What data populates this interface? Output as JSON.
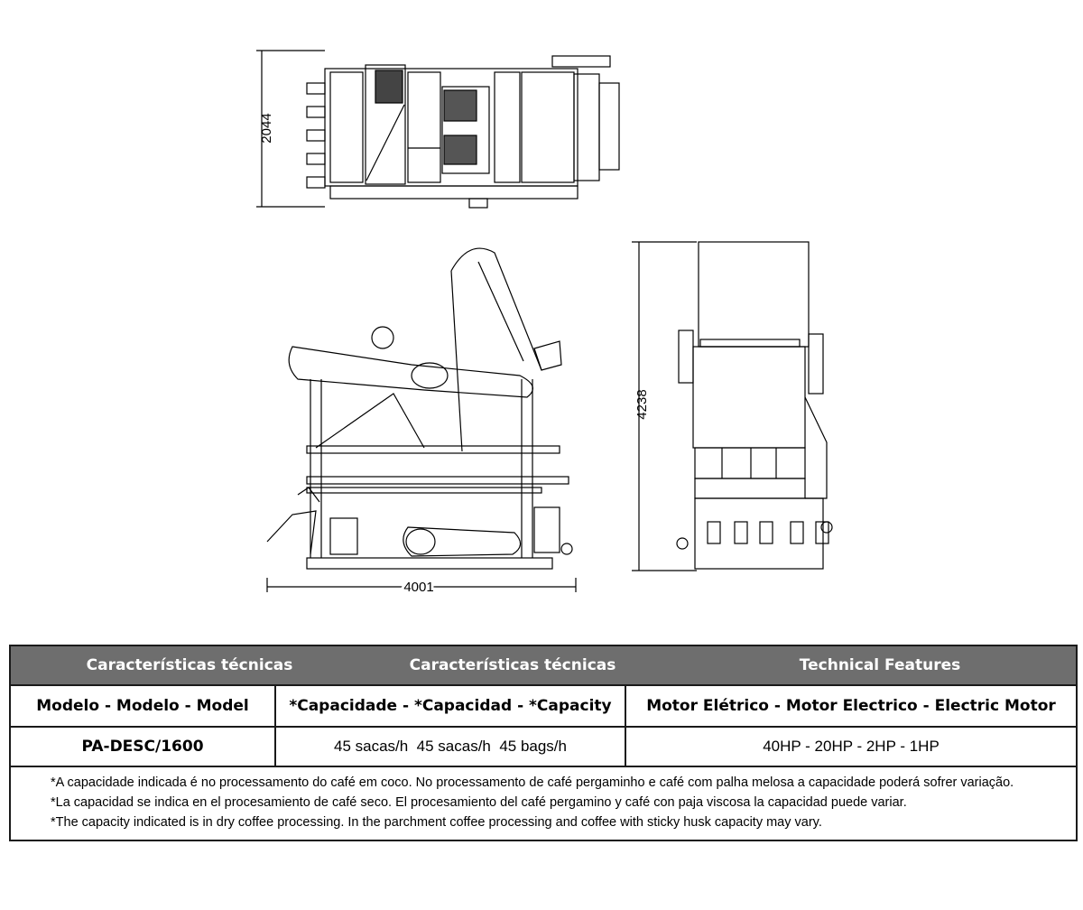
{
  "drawing": {
    "dim_top_height": "2044",
    "dim_side_height": "4238",
    "dim_side_width": "4001"
  },
  "table": {
    "headers": [
      "Características técnicas",
      "Características técnicas",
      "Technical Features"
    ],
    "columns": [
      "Modelo - Modelo - Model",
      "*Capacidade - *Capacidad - *Capacity",
      "Motor Elétrico - Motor Electrico - Electric Motor"
    ],
    "row": {
      "model": "PA-DESC/1600",
      "capacity": "45 sacas/h  45 sacas/h  45 bags/h",
      "motor": "40HP - 20HP - 2HP - 1HP"
    },
    "notes": [
      "*A capacidade indicada é no processamento do café em coco. No processamento de café pergaminho e café com palha melosa a capacidade poderá sofrer variação.",
      "*La capacidad se indica en el procesamiento de café seco. El procesamiento del café pergamino y café con paja viscosa la capacidad puede variar.",
      "*The capacity indicated is in dry coffee processing. In the parchment coffee processing and coffee with sticky husk capacity may vary."
    ]
  }
}
